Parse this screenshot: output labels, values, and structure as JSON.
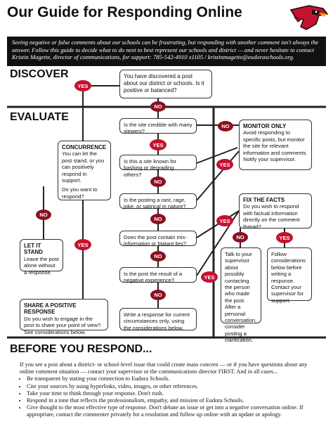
{
  "header": {
    "title": "Our Guide for Responding Online",
    "intro": "Seeing negative or false comments about our schools can be frustrating, but responding with another comment isn't always the answer. Follow this guide to decide what to do next to best represent our schools and district — and never hesitate to contact Kristin Magette, director of communications, for support: 785-542-4910 x1105 / kristinmagette@eudoraschools.org."
  },
  "sections": {
    "discover": "DISCOVER",
    "evaluate": "EVALUATE",
    "before": "BEFORE YOU RESPOND..."
  },
  "badges": {
    "yes": "YES",
    "no": "NO"
  },
  "flow": {
    "discover_q": "You have discovered a post about our district or schools. Is it positive or balanced?",
    "q_credible": "Is the site credible with many viewers?",
    "q_bashing": "Is this a site known for bashing or degrading others?",
    "q_rant": "Is the posting a rant, rage, joke, or satirical in nature?",
    "q_misinfo": "Does the post contain mis-information or blatant lies?",
    "q_negative": "Is the post the result of a negative experience?",
    "write_response": "Write a response for current circumstances only, using the considerations below."
  },
  "concurrence": {
    "title": "CONCURRENCE",
    "body": "You can let the post stand, or you can positively respond in support.",
    "question": "Do you want to respond?"
  },
  "let_it_stand": {
    "title": "LET IT STAND",
    "body": "Leave the post alone without a response."
  },
  "share_positive": {
    "title": "SHARE A POSITIVE RESPONSE",
    "body": "Do you wish to engage in the post to share your point of view? See considerations below."
  },
  "monitor_only": {
    "title": "MONITOR ONLY",
    "body": "Avoid responding to specific posts, but monitor the site for relevant information and comments. Notify your supervisor."
  },
  "fix_the_facts": {
    "title": "FIX THE FACTS",
    "body": "Do you wish to respond with factual information directly on the comment thread?"
  },
  "talk_supervisor": "Talk to your supervisor about possibly contacting the person who made the post. After a personal conversation, consider posting a clarification.",
  "follow_considerations": "Follow considerations below before writing a response. Contact your supervisor for support.",
  "before": {
    "intro": "If you see a post about a district- or school-level issue that could create mass concern — or if you have questions about any online comment situation — contact your supervisor or the communications director FIRST. And in all cases...",
    "bullets": [
      "Be transparent by stating your connection to Eudora Schools.",
      "Cite your sources by using hyperlinks, video, images, or other references.",
      "Take your time to think through your response. Don't rush.",
      "Respond in a tone that reflects the professionalism, empathy, and mission of Eudora Schools.",
      "Give thought to the most effective type of response. Don't debate an issue or get into a negative conversation online. If appropriate, contact the commenter privately for a resolution and follow up online with an update or apology."
    ]
  },
  "colors": {
    "red": "#c41230",
    "dark_red": "#8b1020",
    "black": "#111111"
  },
  "icons": {
    "logo": "cardinal-bird-logo"
  }
}
